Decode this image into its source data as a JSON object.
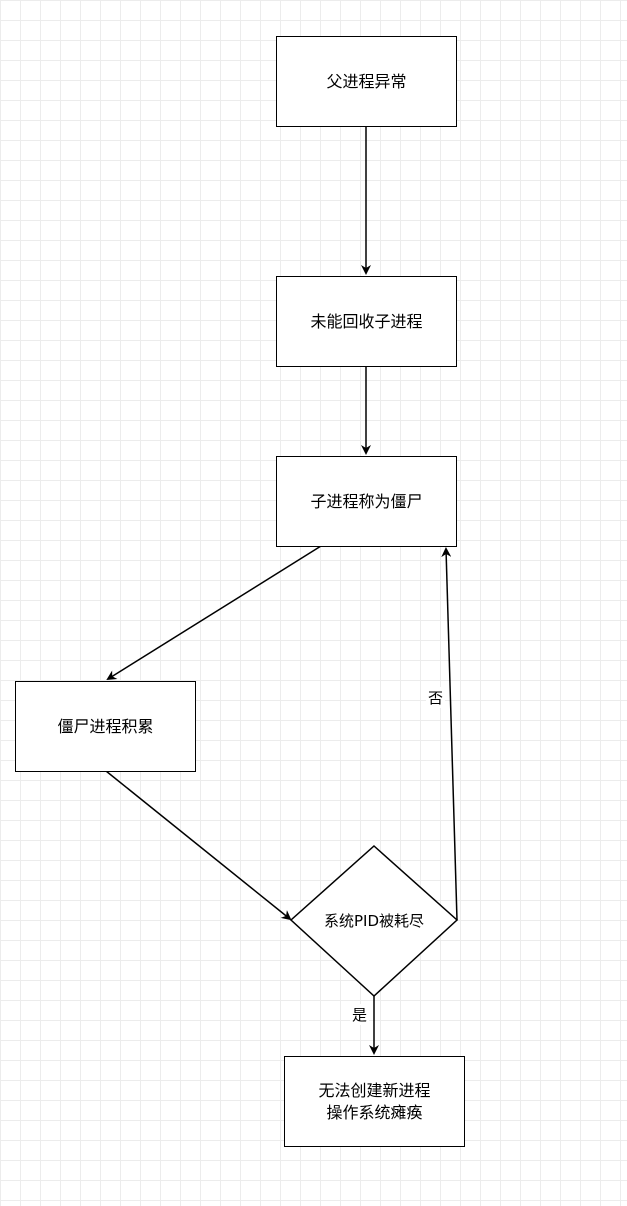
{
  "diagram": {
    "nodes": {
      "parent_abnormal": "父进程异常",
      "not_reaped": "未能回收子进程",
      "became_zombie": "子进程称为僵尸",
      "zombies_accumulate": "僵尸进程积累",
      "pid_exhausted": "系统PID被耗尽",
      "final_result": "无法创建新进程\n操作系统瘫痪"
    },
    "edge_labels": {
      "yes": "是",
      "no": "否"
    }
  },
  "colors": {
    "stroke": "#000000",
    "fill": "#ffffff",
    "grid": "#ececec"
  }
}
